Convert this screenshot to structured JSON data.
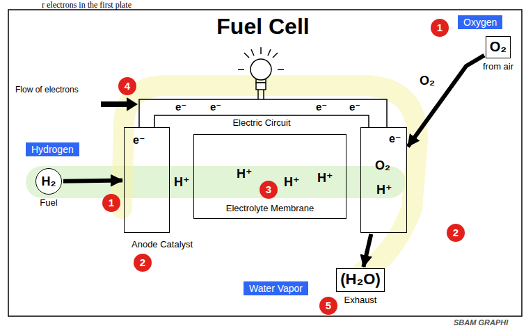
{
  "diagram": {
    "title": "Fuel Cell",
    "nodes": [
      {
        "text": [
          "Oxygen"
        ]
      },
      {
        "text": [
          "1"
        ]
      },
      {
        "text": [
          "O₂",
          "from air"
        ]
      },
      {
        "text": [
          "4"
        ]
      },
      {
        "text": [
          "Electric Circuit"
        ]
      },
      {
        "text": [
          "Hydrogen"
        ]
      },
      {
        "text": [
          "H₂",
          "Fuel"
        ]
      },
      {
        "text": [
          "1"
        ]
      },
      {
        "text": [
          "e⁻",
          "Anode Catalyst"
        ]
      },
      {
        "text": [
          "Electrolyte Membrane"
        ]
      },
      {
        "text": [
          "3"
        ],
        "in": 9
      },
      {
        "text": [
          "e⁻",
          "O₂",
          "H⁺"
        ]
      },
      {
        "text": [
          "2"
        ]
      },
      {
        "text": [
          "2"
        ]
      },
      {
        "text": [
          "Water Vapor"
        ]
      },
      {
        "text": [
          "(H₂O)",
          "Exhaust"
        ]
      },
      {
        "text": [
          "5"
        ]
      }
    ],
    "edges": [
      {
        "from": 6,
        "to": 8,
        "arrow": "to"
      },
      {
        "from": 2,
        "to": 11,
        "arrow": "to"
      },
      {
        "from": 11,
        "to": 15,
        "arrow": "to"
      }
    ],
    "labels": [
      "r electrons in the first plate",
      "Flow of electrons",
      "e⁻",
      "e⁻",
      "e⁻",
      "e⁻",
      "O₂",
      "H⁺",
      "H⁺",
      "H⁺",
      "H⁺",
      "SBAM GRAPHI"
    ]
  }
}
